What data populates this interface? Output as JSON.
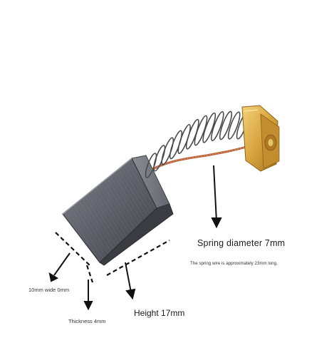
{
  "image": {
    "subject": "carbon brush with spring and brass terminal",
    "background_color": "#ffffff"
  },
  "labels": {
    "spring_diameter": "Spring diameter 7mm",
    "spring_note": "The spring wire is approximately 23mm long.",
    "width": "10mm wide 0mm",
    "thickness": "Thickness 4mm",
    "height": "Height 17mm"
  },
  "colors": {
    "carbon_block": "#5e6169",
    "carbon_dark": "#3b3d44",
    "spring": "#4a4a4a",
    "copper_wire": "#b8623a",
    "brass": "#d7a544",
    "annotation": "#111111"
  },
  "icons": [
    "arrow-down-icon",
    "arrow-down-left-icon",
    "dashed-guide-line"
  ]
}
